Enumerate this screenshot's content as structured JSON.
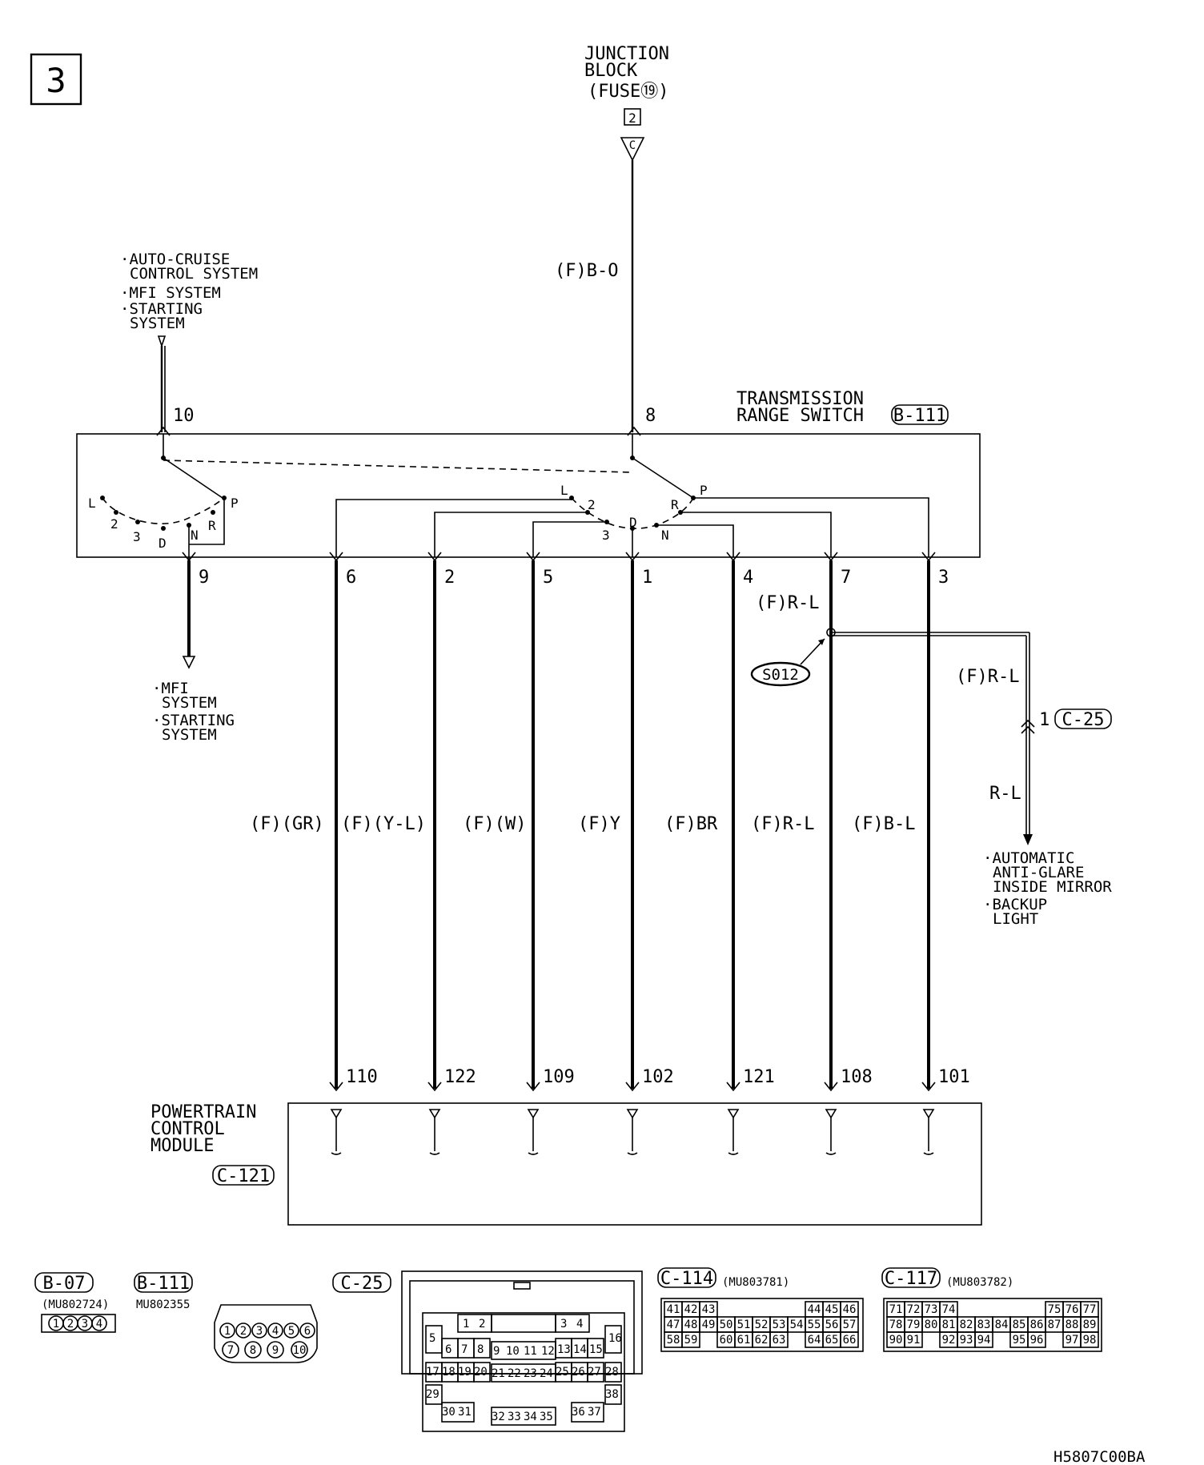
{
  "page_number": "3",
  "figure_code": "H5807C00BA",
  "junction_block": {
    "line1": "JUNCTION",
    "line2": "BLOCK",
    "line3": "(FUSE⑲)",
    "pin": "2",
    "connector": "C"
  },
  "junction_wire": "(F)B-O",
  "top_left_refs": [
    "·AUTO-CRUISE",
    "CONTROL SYSTEM",
    "·MFI SYSTEM",
    "·STARTING",
    "SYSTEM"
  ],
  "trs": {
    "title1": "TRANSMISSION",
    "title2": "RANGE SWITCH",
    "connector": "B-111",
    "pin_top_left": "10",
    "pin_top_right": "8",
    "left_positions": [
      "L",
      "2",
      "3",
      "D",
      "N",
      "R",
      "P"
    ],
    "right_positions": [
      "L",
      "2",
      "3",
      "D",
      "N",
      "R",
      "P"
    ],
    "bottom_pins": [
      "9",
      "6",
      "2",
      "5",
      "1",
      "4",
      "7",
      "3"
    ]
  },
  "bottom_left_refs": [
    "·MFI",
    "SYSTEM",
    "·STARTING",
    "SYSTEM"
  ],
  "wires": [
    {
      "label": "(F)(GR)",
      "pcm_pin": "110"
    },
    {
      "label": "(F)(Y-L)",
      "pcm_pin": "122"
    },
    {
      "label": "(F)(W)",
      "pcm_pin": "109"
    },
    {
      "label": "(F)Y",
      "pcm_pin": "102"
    },
    {
      "label": "(F)BR",
      "pcm_pin": "121"
    },
    {
      "label": "(F)R-L",
      "pcm_pin": "108"
    },
    {
      "label": "(F)B-L",
      "pcm_pin": "101"
    }
  ],
  "splice": {
    "wire_label": "(F)R-L",
    "id": "S012",
    "branch_label": "(F)R-L",
    "conn_pin": "1",
    "conn_id": "C-25",
    "after_label": "R-L"
  },
  "right_refs": [
    "·AUTOMATIC",
    "ANTI-GLARE",
    "INSIDE MIRROR",
    "·BACKUP",
    "LIGHT"
  ],
  "pcm": {
    "line1": "POWERTRAIN",
    "line2": "CONTROL",
    "line3": "MODULE",
    "connector": "C-121"
  },
  "connectors": {
    "b07": {
      "label": "B-07",
      "part": "(MU802724)",
      "pins": [
        "1",
        "2",
        "3",
        "4"
      ]
    },
    "b111": {
      "label": "B-111",
      "part": "MU802355",
      "pins_top": [
        "1",
        "2",
        "3",
        "4",
        "5",
        "6"
      ],
      "pins_bottom": [
        "7",
        "8",
        "9",
        "10"
      ]
    },
    "c25": {
      "label": "C-25"
    },
    "c114": {
      "label": "C-114",
      "part": "(MU803781)",
      "rows": [
        [
          "41",
          "42",
          "43",
          "",
          "",
          "",
          "",
          "",
          "44",
          "45",
          "46"
        ],
        [
          "47",
          "48",
          "49",
          "50",
          "51",
          "52",
          "53",
          "54",
          "55",
          "56",
          "57"
        ],
        [
          "58",
          "59",
          "",
          "60",
          "61",
          "62",
          "63",
          "",
          "64",
          "65",
          "66"
        ]
      ]
    },
    "c117": {
      "label": "C-117",
      "part": "(MU803782)",
      "rows": [
        [
          "71",
          "72",
          "73",
          "74",
          "",
          "",
          "",
          "",
          "",
          "75",
          "76",
          "77"
        ],
        [
          "78",
          "79",
          "80",
          "81",
          "82",
          "83",
          "84",
          "85",
          "86",
          "87",
          "88",
          "89"
        ],
        [
          "90",
          "91",
          "",
          "92",
          "93",
          "94",
          "",
          "95",
          "96",
          "",
          "97",
          "98"
        ]
      ]
    }
  }
}
